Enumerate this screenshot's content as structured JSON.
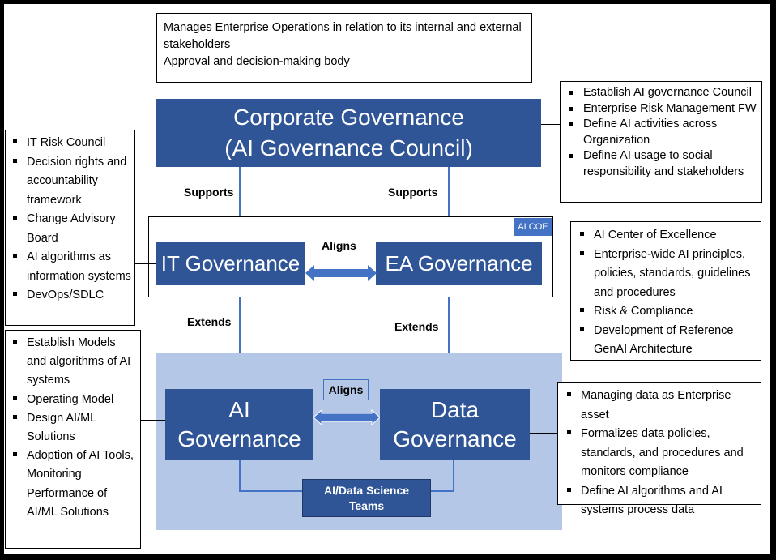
{
  "top_note": {
    "line1": "Manages Enterprise Operations in relation to its internal and external",
    "line2": "stakeholders",
    "line3": "Approval and decision-making body"
  },
  "corporate": {
    "line1": "Corporate Governance",
    "line2": "(AI Governance Council)"
  },
  "corporate_note": [
    "Establish AI governance Council",
    "Enterprise Risk Management FW",
    "Define AI activities across Organization",
    "Define AI usage to social responsibility and stakeholders"
  ],
  "it_note": [
    "IT Risk Council",
    "Decision  rights and accountability framework",
    "Change Advisory Board",
    "AI algorithms as information systems",
    "DevOps/SDLC"
  ],
  "it_governance": "IT Governance",
  "ea_governance": "EA Governance",
  "ai_coe_tag": "AI COE",
  "aligns_top": "Aligns",
  "supports_left": "Supports",
  "supports_right": "Supports",
  "extends_left": "Extends",
  "extends_right": "Extends",
  "ea_note": [
    "AI Center of Excellence",
    "Enterprise-wide AI principles, policies, standards, guidelines and procedures",
    "Risk & Compliance",
    "Development of Reference GenAI Architecture"
  ],
  "ai_note": [
    "Establish Models and algorithms of AI systems",
    "Operating Model",
    "Design AI/ML Solutions",
    "Adoption of AI Tools, Monitoring Performance of AI/ML Solutions"
  ],
  "ai_governance": {
    "line1": "AI",
    "line2": "Governance"
  },
  "data_governance": {
    "line1": "Data",
    "line2": "Governance"
  },
  "aligns_bottom": "Aligns",
  "teams": {
    "line1": "AI/Data Science",
    "line2": "Teams"
  },
  "data_note": [
    "Managing data as Enterprise asset",
    "Formalizes data policies, standards, and procedures and monitors compliance",
    "Define AI algorithms and AI systems process data"
  ],
  "colors": {
    "box_blue": "#2f5597",
    "connector_blue": "#4472c4",
    "panel_light_blue": "#b4c7e7"
  }
}
